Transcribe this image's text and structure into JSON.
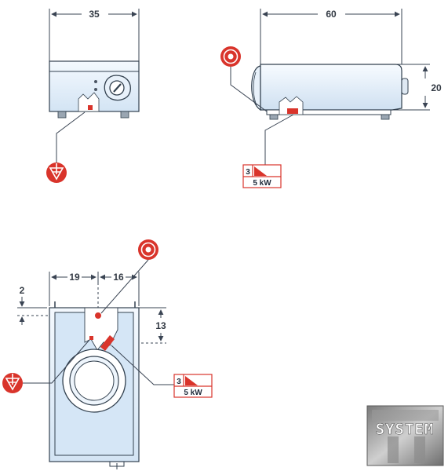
{
  "dimensions": {
    "front_width": "35",
    "side_length": "60",
    "side_height": "20",
    "top_left_offset": "19",
    "top_right_offset": "16",
    "top_small_offset": "2",
    "top_vertical_offset": "13"
  },
  "power_labels": [
    {
      "phase": "3",
      "power": "5 kW"
    },
    {
      "phase": "3",
      "power": "5 kW"
    }
  ],
  "symbols": {
    "connection_icon": "red-circle-dot",
    "equipotential_icon": "red-triangle-ground"
  },
  "logo": {
    "text": "SYSTEM"
  },
  "colors": {
    "body_fill": "#e6f1fb",
    "body_stroke": "#33414f",
    "accent_red": "#d9342b",
    "dim_line": "#3a4453"
  }
}
